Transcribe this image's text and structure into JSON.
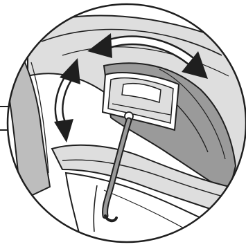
{
  "figure": {
    "kind": "product instruction detail illustration",
    "style": "grayscale line drawing inside a circular callout",
    "colors": {
      "background": "#ffffff",
      "outline": "#1f1f1f",
      "shade_light": "#dedede",
      "shade_mid": "#bdbdbd",
      "shade_dark": "#9a9a9a",
      "arrow_fill": "#ffffff"
    },
    "icons": [
      "curved-double-arrow-horizontal",
      "curved-double-arrow-vertical"
    ]
  }
}
